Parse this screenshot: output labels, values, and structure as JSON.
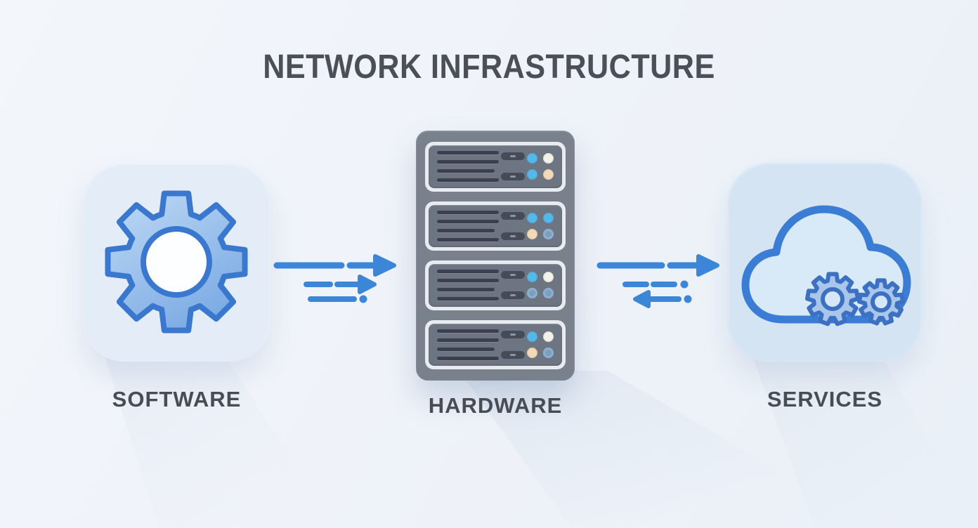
{
  "title": "NETWORK INFRASTRUCTURE",
  "nodes": {
    "software": {
      "label": "SOFTWARE",
      "icon": "gear-icon"
    },
    "hardware": {
      "label": "HARDWARE",
      "icon": "server-rack-icon",
      "units": [
        {
          "leds": [
            "blue",
            "white",
            "blue",
            "peach"
          ]
        },
        {
          "leds": [
            "blue",
            "blue",
            "peach",
            "steel"
          ]
        },
        {
          "leds": [
            "blue",
            "white",
            "steel",
            "steel"
          ]
        },
        {
          "leds": [
            "blue",
            "white",
            "peach",
            "steel"
          ]
        }
      ]
    },
    "services": {
      "label": "SERVICES",
      "icon": "cloud-gears-icon"
    }
  },
  "connections": [
    {
      "from": "SOFTWARE",
      "to": "HARDWARE",
      "style": "solid-arrow-right with dashed speed lines"
    },
    {
      "from": "HARDWARE",
      "to": "SERVICES",
      "style": "solid-arrow-right with dashed line and return arrow-left"
    }
  ],
  "led_colors": {
    "blue": "#55b8e9",
    "white": "#f4f1e8",
    "peach": "#f3d9b5",
    "steel": "#a9c3da"
  },
  "colors": {
    "arrow": "#3c86da",
    "accent_blue": "#3a77cf",
    "title_text": "#4b5058",
    "label_text": "#474c55",
    "tile_software": "#e3ecf7",
    "tile_services": "#d5e4f3",
    "server_body": "#79818d",
    "background": "#eff3f9"
  }
}
